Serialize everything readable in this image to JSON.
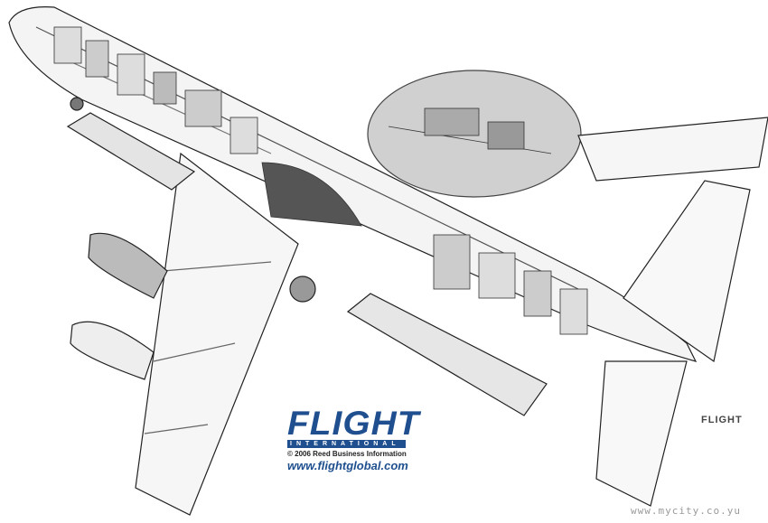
{
  "illustration": {
    "subject": "aircraft-cutaway-drawing"
  },
  "logo": {
    "brand": "FLIGHT",
    "subtitle": "INTERNATIONAL",
    "copyright": "© 2006 Reed Business Information",
    "url": "www.flightglobal.com",
    "color": "#1f4f8f"
  },
  "tail_logo": "FLIGHT",
  "watermark": "www.mycity.co.yu"
}
